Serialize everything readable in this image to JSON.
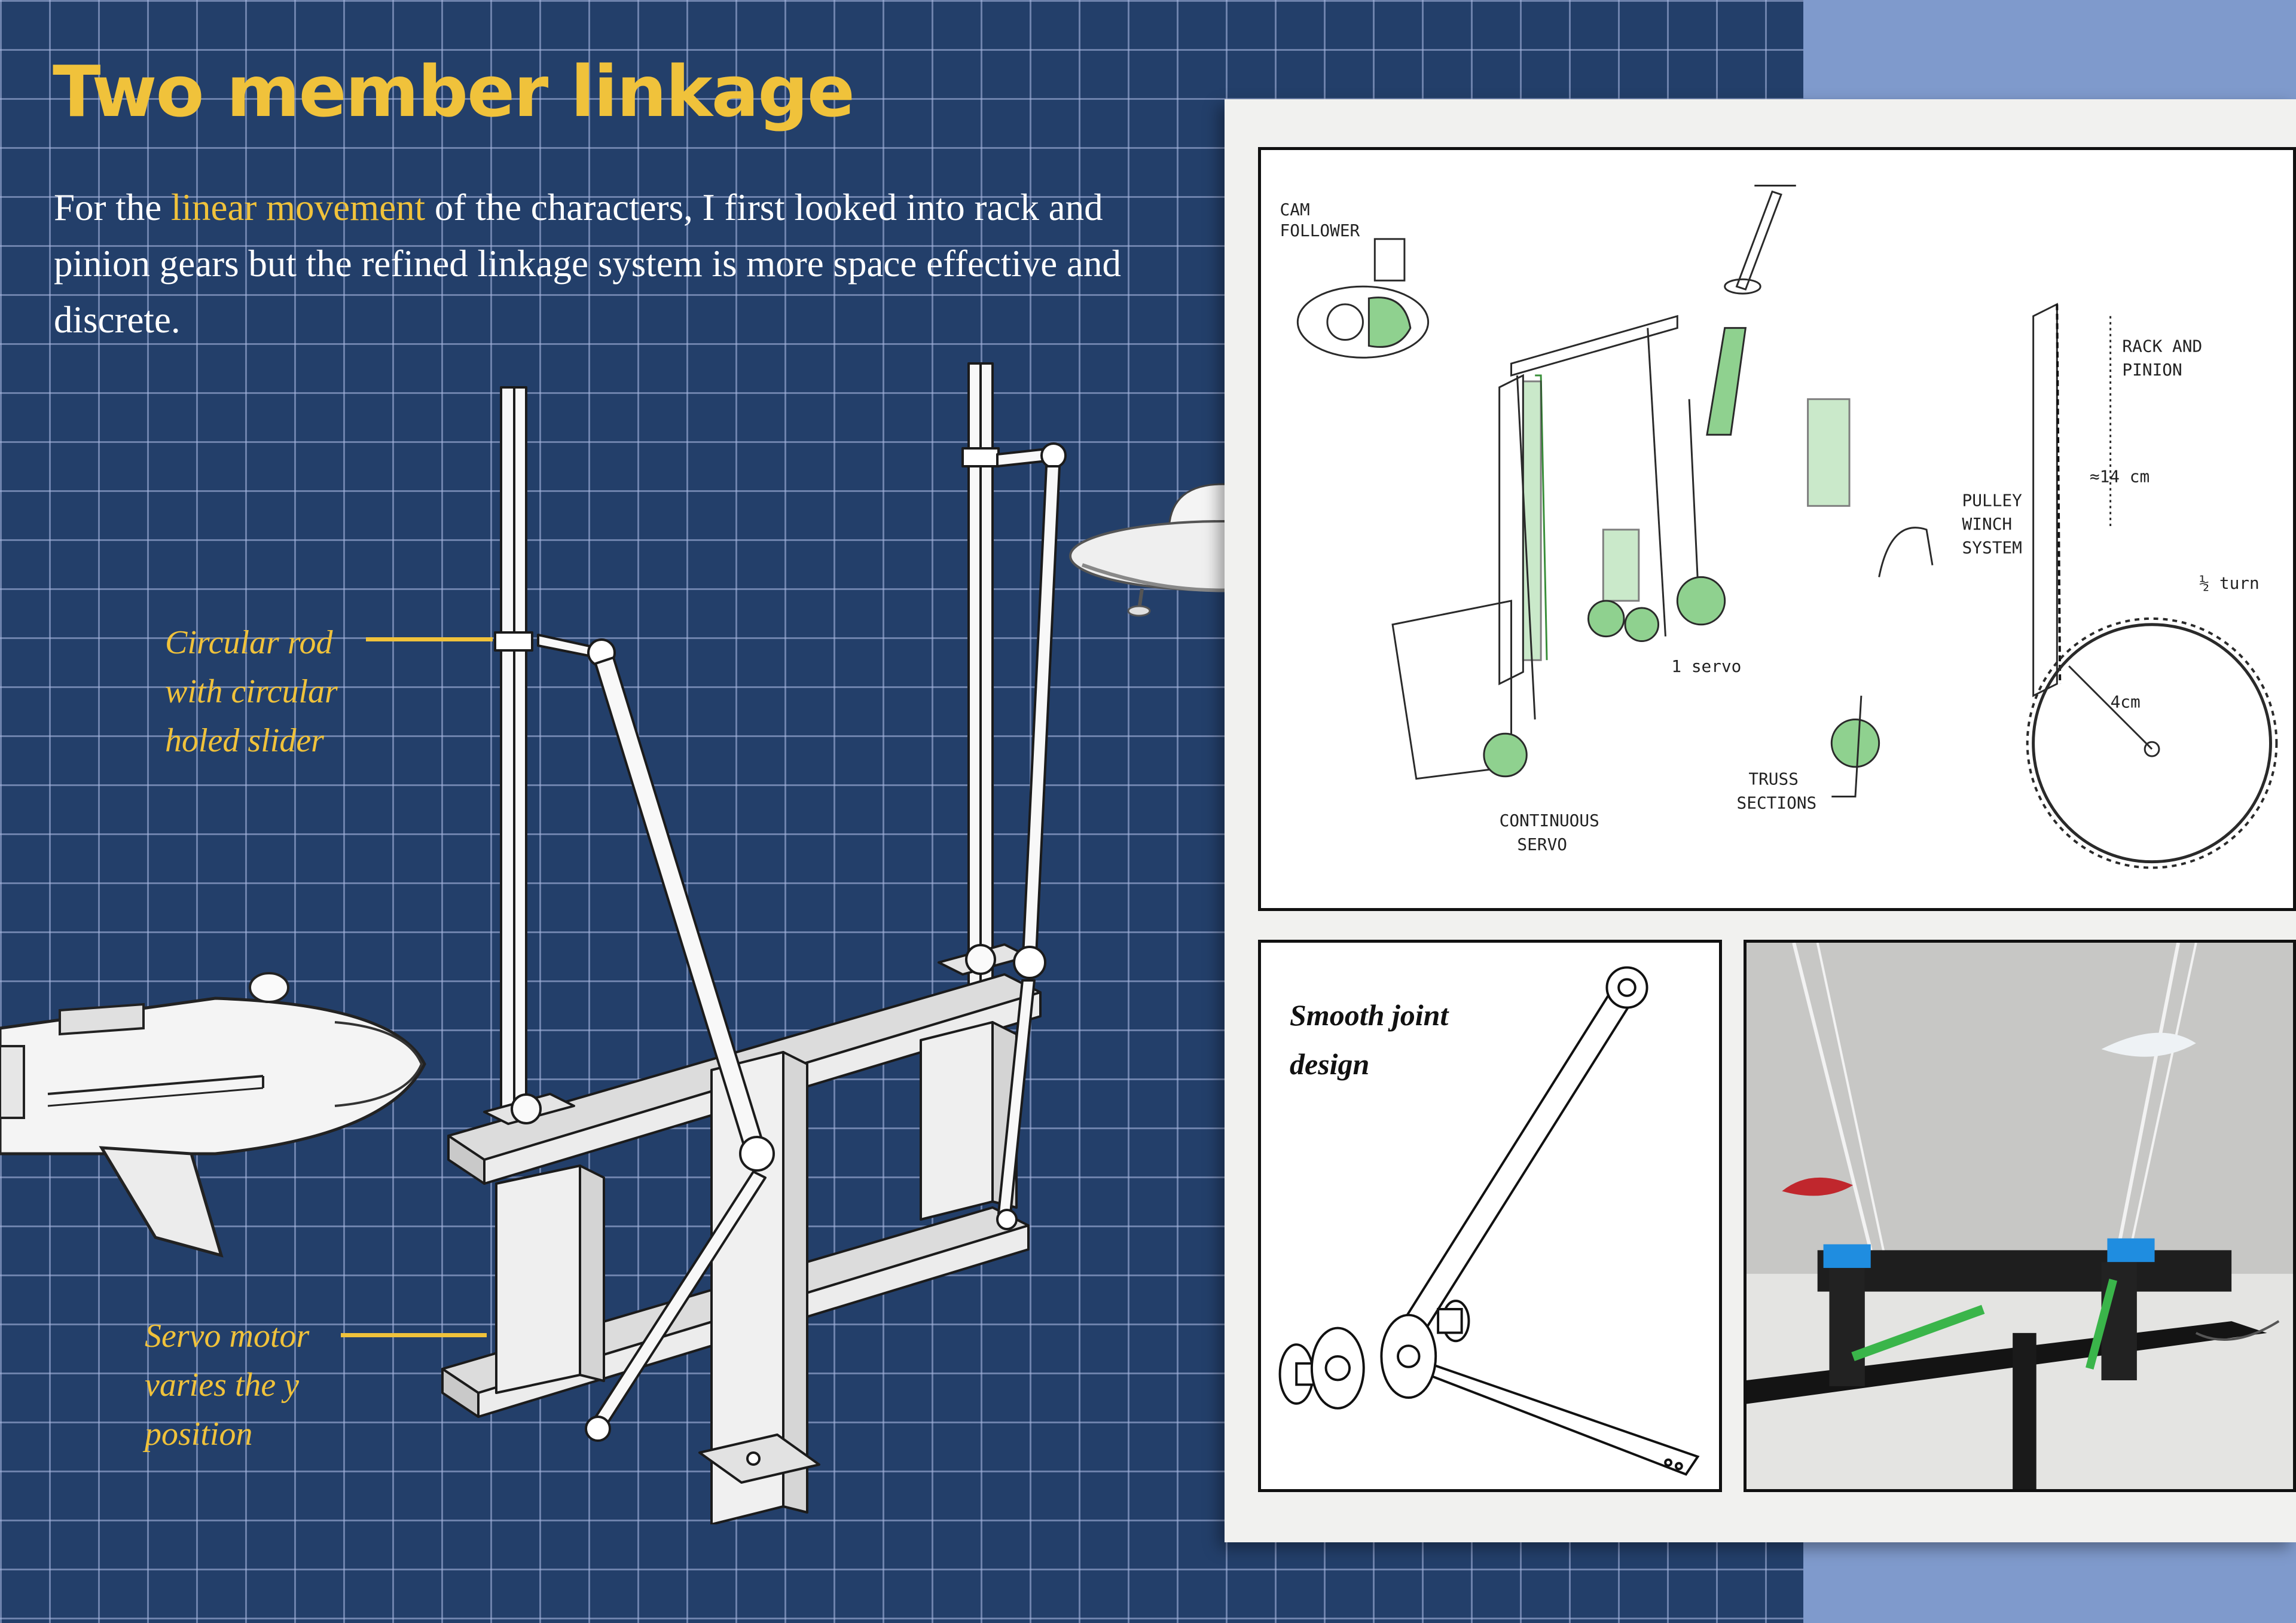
{
  "title": "Two member linkage",
  "intro": {
    "before": "For the ",
    "highlight": "linear movement",
    "after": " of the characters, I first looked into rack and pinion gears but the refined linkage system is more space effective and discrete."
  },
  "callouts": {
    "rod": {
      "lines": [
        "Circular rod",
        "with circular",
        "holed slider"
      ]
    },
    "servo": {
      "lines": [
        "Servo motor",
        "varies the y",
        "position"
      ]
    }
  },
  "joint_caption": {
    "lines": [
      "Smooth joint",
      "design"
    ]
  },
  "sketch_labels": {
    "cam": [
      "CAM",
      "FOLLOWER"
    ],
    "rack": [
      "RACK AND",
      "PINION"
    ],
    "length": "≈14 cm",
    "turn": "½ turn",
    "radius": "4cm",
    "pulley": [
      "PULLEY",
      "WINCH",
      "SYSTEM"
    ],
    "servo": "1 servo",
    "continuous": [
      "CONTINUOUS",
      "SERVO"
    ],
    "truss": [
      "TRUSS",
      "SECTIONS"
    ]
  },
  "colors": {
    "background": "#21406a",
    "accent": "#f0c23b",
    "side_band": "#7f9acc",
    "sketch_green": "#6cc070"
  }
}
